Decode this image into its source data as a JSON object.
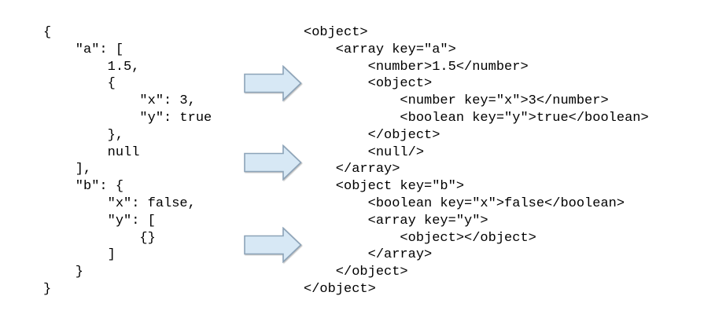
{
  "json_panel": {
    "lines": [
      "{",
      "    \"a\": [",
      "        1.5,",
      "        {",
      "            \"x\": 3,",
      "            \"y\": true",
      "        },",
      "        null",
      "    ],",
      "    \"b\": {",
      "        \"x\": false,",
      "        \"y\": [",
      "            {}",
      "        ]",
      "    }",
      "}"
    ]
  },
  "xml_panel": {
    "lines": [
      "<object>",
      "    <array key=\"a\">",
      "        <number>1.5</number>",
      "        <object>",
      "            <number key=\"x\">3</number>",
      "            <boolean key=\"y\">true</boolean>",
      "        </object>",
      "        <null/>",
      "    </array>",
      "    <object key=\"b\">",
      "        <boolean key=\"x\">false</boolean>",
      "        <array key=\"y\">",
      "            <object></object>",
      "        </array>",
      "    </object>",
      "</object>"
    ]
  },
  "arrow": {
    "fill": "#d7e8f5",
    "stroke": "#8ca3b8",
    "direction": "right",
    "count": 3
  },
  "colors": {
    "background": "#ffffff",
    "text": "#000000"
  }
}
